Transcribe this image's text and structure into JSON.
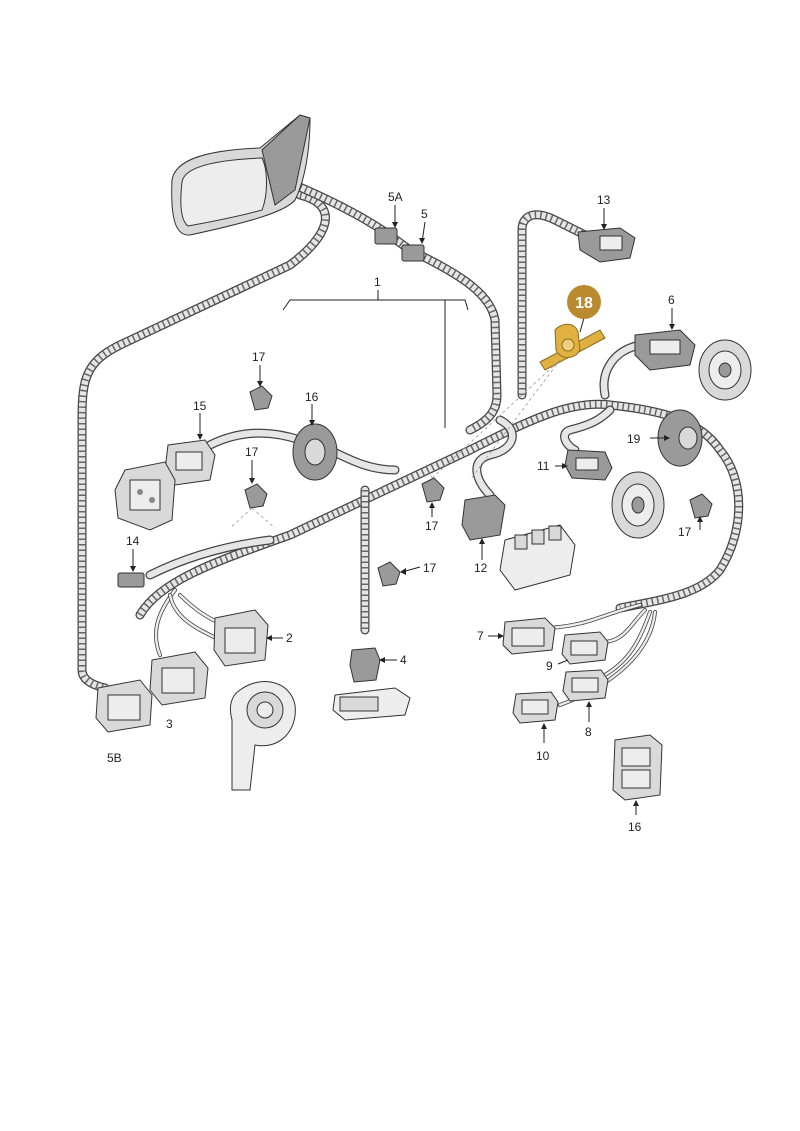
{
  "labels": {
    "l1": "1",
    "l2": "2",
    "l3": "3",
    "l4": "4",
    "l5": "5",
    "l5a": "5A",
    "l5b": "5B",
    "l6": "6",
    "l7": "7",
    "l8": "8",
    "l9": "9",
    "l10": "10",
    "l11": "11",
    "l12": "12",
    "l13": "13",
    "l14": "14",
    "l15": "15",
    "l16a": "16",
    "l16b": "16",
    "l17a": "17",
    "l17b": "17",
    "l17c": "17",
    "l17d": "17",
    "l17e": "17",
    "l18": "18",
    "l19": "19"
  },
  "colors": {
    "highlight_badge": "#b98b2e",
    "highlight_part": "#e0b040",
    "badge_text": "#ffffff"
  }
}
